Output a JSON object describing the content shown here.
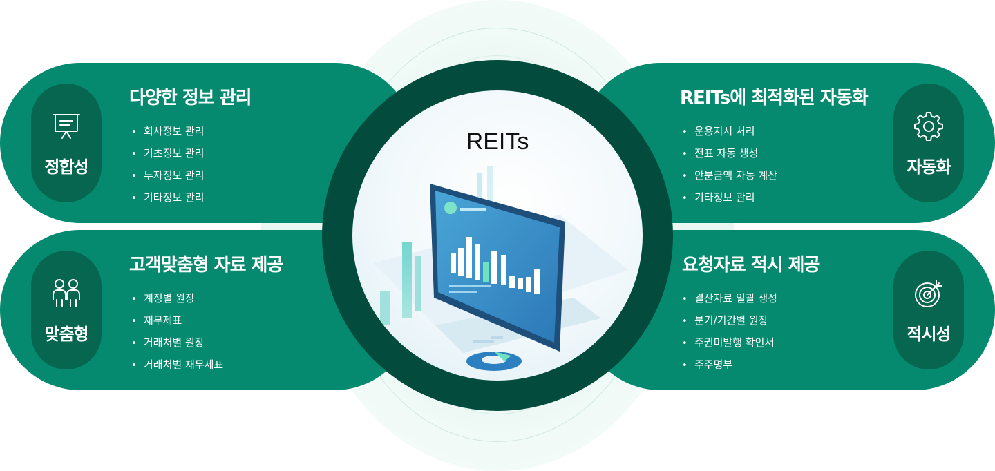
{
  "center": {
    "title": "REITs"
  },
  "cards": {
    "top_left": {
      "badge": "정합성",
      "icon": "presentation-board-icon",
      "title": "다양한 정보 관리",
      "items": [
        "회사정보 관리",
        "기초정보 관리",
        "투자정보 관리",
        "기타정보 관리"
      ]
    },
    "bottom_left": {
      "badge": "맞춤형",
      "icon": "people-icon",
      "title": "고객맞춤형 자료 제공",
      "items": [
        "계정별 원장",
        "재무제표",
        "거래처별 원장",
        "거래처별 재무제표"
      ]
    },
    "top_right": {
      "badge": "자동화",
      "icon": "gear-icon",
      "title": "REITs에 최적화된 자동화",
      "items": [
        "운용지시 처리",
        "전표 자동 생성",
        "안분금액 자동 계산",
        "기타정보 관리"
      ]
    },
    "bottom_right": {
      "badge": "적시성",
      "icon": "target-icon",
      "title": "요청자료 적시 제공",
      "items": [
        "결산자료 일괄 생성",
        "분기/기간별 원장",
        "주권미발행 확인서",
        "주주명부"
      ]
    }
  },
  "colors": {
    "card_green": "#058a6f",
    "badge_green": "#076650",
    "ring_dark": "#024b3d",
    "halo": "#e4f5ef"
  }
}
